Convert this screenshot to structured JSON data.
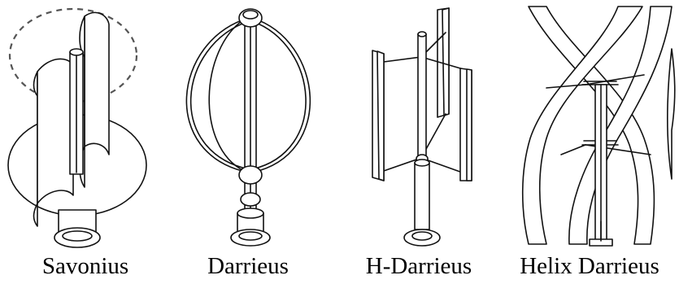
{
  "figure": {
    "line_color": "#111111",
    "background_color": "#ffffff",
    "turbines": [
      {
        "caption": "Savonius",
        "icon": "savonius-rotor-icon"
      },
      {
        "caption": "Darrieus",
        "icon": "darrieus-rotor-icon"
      },
      {
        "caption": "H-Darrieus",
        "icon": "h-darrieus-rotor-icon"
      },
      {
        "caption": "Helix Darrieus",
        "icon": "helix-darrieus-rotor-icon"
      }
    ]
  }
}
